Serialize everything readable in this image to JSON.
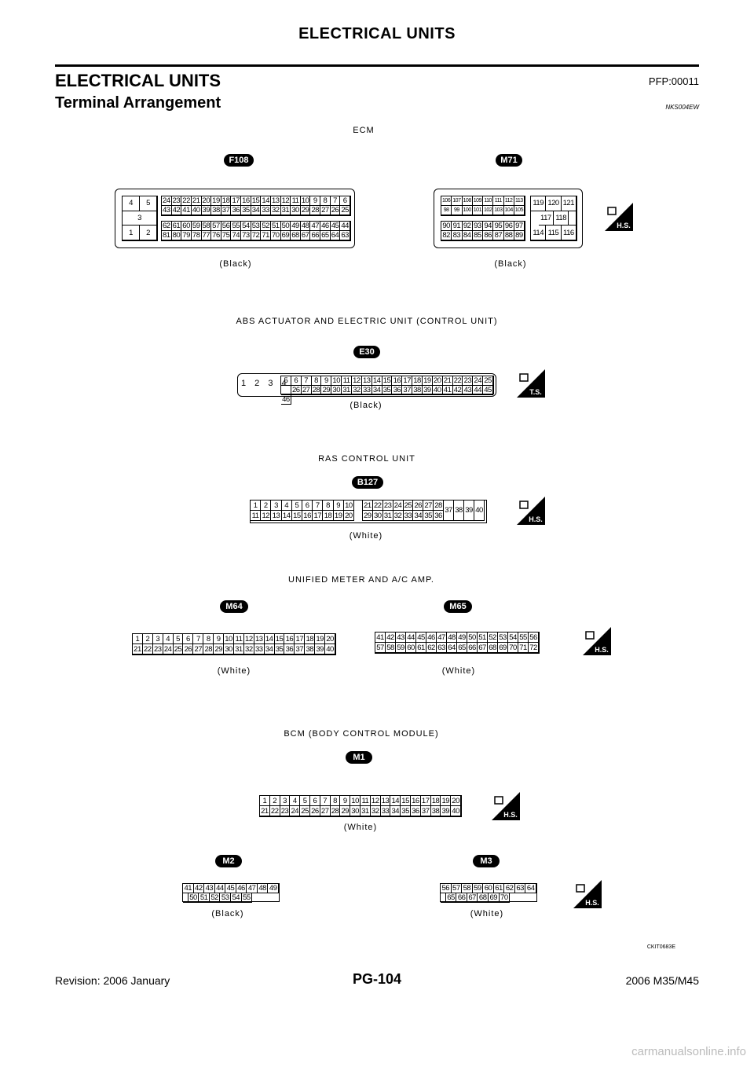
{
  "header": {
    "title": "ELECTRICAL UNITS"
  },
  "section": {
    "title": "ELECTRICAL UNITS",
    "code": "PFP:00011"
  },
  "subsection": {
    "title": "Terminal Arrangement",
    "code": "NKS004EW"
  },
  "figures": {
    "ecm": {
      "title": "ECM",
      "f108": {
        "tag": "F108",
        "color": "(Black)"
      },
      "m71": {
        "tag": "M71",
        "color": "(Black)"
      }
    },
    "abs": {
      "title": "ABS ACTUATOR AND ELECTRIC UNIT (CONTROL UNIT)",
      "tag": "E30",
      "color": "(Black)"
    },
    "ras": {
      "title": "RAS CONTROL UNIT",
      "tag": "B127",
      "color": "(White)"
    },
    "meter": {
      "title": "UNIFIED METER AND A/C AMP.",
      "m64": {
        "tag": "M64",
        "color": "(White)"
      },
      "m65": {
        "tag": "M65",
        "color": "(White)"
      }
    },
    "bcm": {
      "title": "BCM (BODY CONTROL MODULE)",
      "m1": {
        "tag": "M1",
        "color": "(White)"
      },
      "m2": {
        "tag": "M2",
        "color": "(Black)"
      },
      "m3": {
        "tag": "M3",
        "color": "(White)"
      }
    },
    "figure_code": "CKIT0683E"
  },
  "badges": {
    "hs": "H.S.",
    "ts": "T.S."
  },
  "footer": {
    "revision": "Revision: 2006 January",
    "page": "PG-104",
    "model": "2006 M35/M45"
  },
  "watermark": "carmanualsonline.info"
}
